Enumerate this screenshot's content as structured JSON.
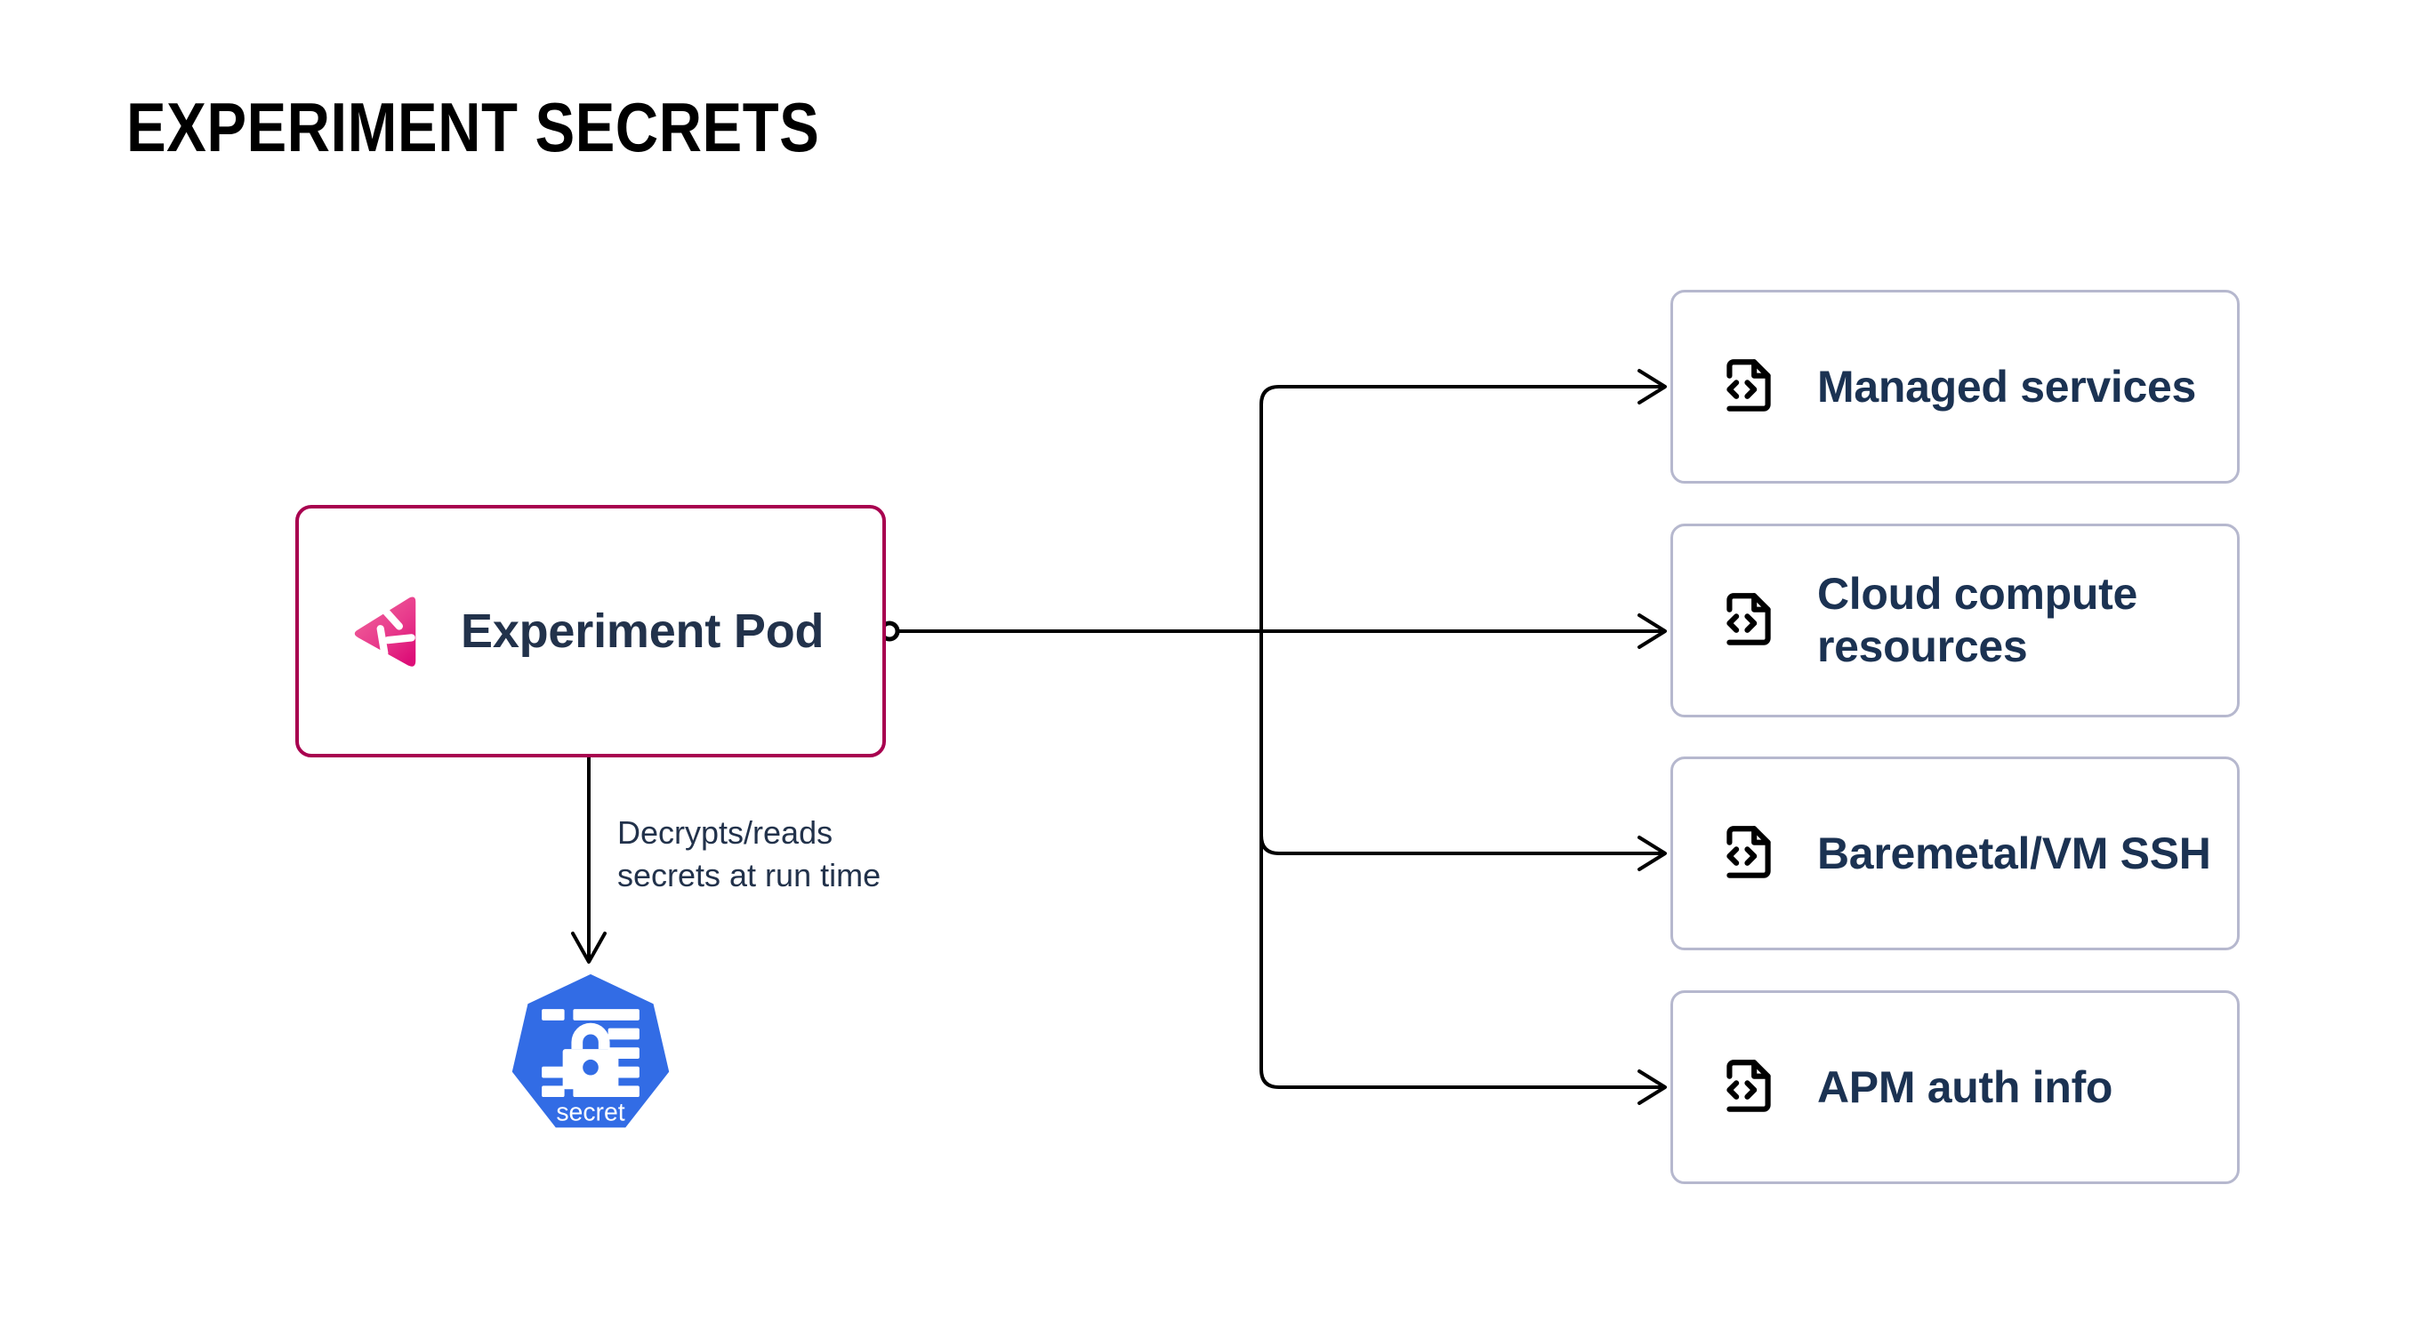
{
  "page": {
    "title": "EXPERIMENT SECRETS",
    "background_color": "#ffffff"
  },
  "colors": {
    "title_text": "#000000",
    "pod_border": "#a8004f",
    "pod_logo_light": "#f0629a",
    "pod_logo_dark": "#e0147c",
    "node_text": "#22324b",
    "card_border": "#b6b8ce",
    "card_text": "#1b3252",
    "card_icon": "#000000",
    "secret_fill": "#326ce5",
    "secret_label": "#ffffff",
    "edge_stroke": "#000000"
  },
  "pod": {
    "label": "Experiment Pod",
    "logo_name": "gremlin-logo"
  },
  "secret": {
    "label": "secret",
    "icon_name": "kubernetes-secret-icon"
  },
  "annotation": {
    "line1": "Decrypts/reads",
    "line2": "secrets at run time"
  },
  "cards": [
    {
      "id": "card-0",
      "label": "Managed services",
      "icon_name": "code-file-icon"
    },
    {
      "id": "card-1",
      "label": "Cloud compute resources",
      "icon_name": "code-file-icon"
    },
    {
      "id": "card-2",
      "label": "Baremetal/VM SSH",
      "icon_name": "code-file-icon"
    },
    {
      "id": "card-3",
      "label": "APM auth info",
      "icon_name": "code-file-icon"
    }
  ],
  "diagram": {
    "type": "flow",
    "source_node": "Experiment Pod",
    "edges": [
      {
        "from": "Experiment Pod",
        "to": "Managed services",
        "label": ""
      },
      {
        "from": "Experiment Pod",
        "to": "Cloud compute resources",
        "label": ""
      },
      {
        "from": "Experiment Pod",
        "to": "Baremetal/VM SSH",
        "label": ""
      },
      {
        "from": "Experiment Pod",
        "to": "APM auth info",
        "label": ""
      },
      {
        "from": "Experiment Pod",
        "to": "secret",
        "label": "Decrypts/reads secrets at run time"
      }
    ]
  }
}
